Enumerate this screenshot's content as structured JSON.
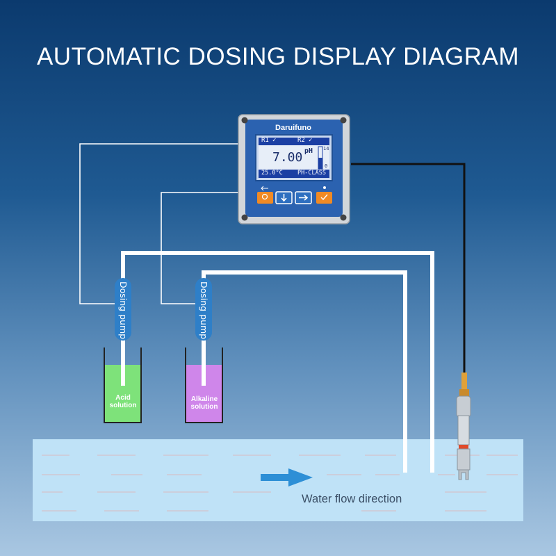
{
  "title": "AUTOMATIC DOSING DISPLAY DIAGRAM",
  "controller": {
    "brand": "Daruifuno",
    "relay1": "R1",
    "relay2": "R2",
    "ph_value": "7.00",
    "ph_unit": "pH",
    "scale_max": "14",
    "scale_min": "0",
    "temperature": "25.0°C",
    "mode": "PH-CLASS",
    "scale_level": 0.5
  },
  "pumps": [
    {
      "label": "Dosing pump"
    },
    {
      "label": "Dosing pump"
    }
  ],
  "tanks": [
    {
      "line1": "Acid",
      "line2": "solution",
      "color": "#7ee27a"
    },
    {
      "line1": "Alkaline",
      "line2": "solution",
      "color": "#cf86ea"
    }
  ],
  "water": {
    "flow_label": "Water flow direction",
    "color": "#bfe2f7"
  },
  "colors": {
    "pump_blue": "#2e7fc8",
    "button_orange": "#f08a24",
    "button_blue": "#2e6fc0"
  },
  "icons": [
    "menu-icon",
    "down-arrow-icon",
    "right-arrow-icon",
    "enter-check-icon",
    "water-flow-arrow-icon"
  ]
}
